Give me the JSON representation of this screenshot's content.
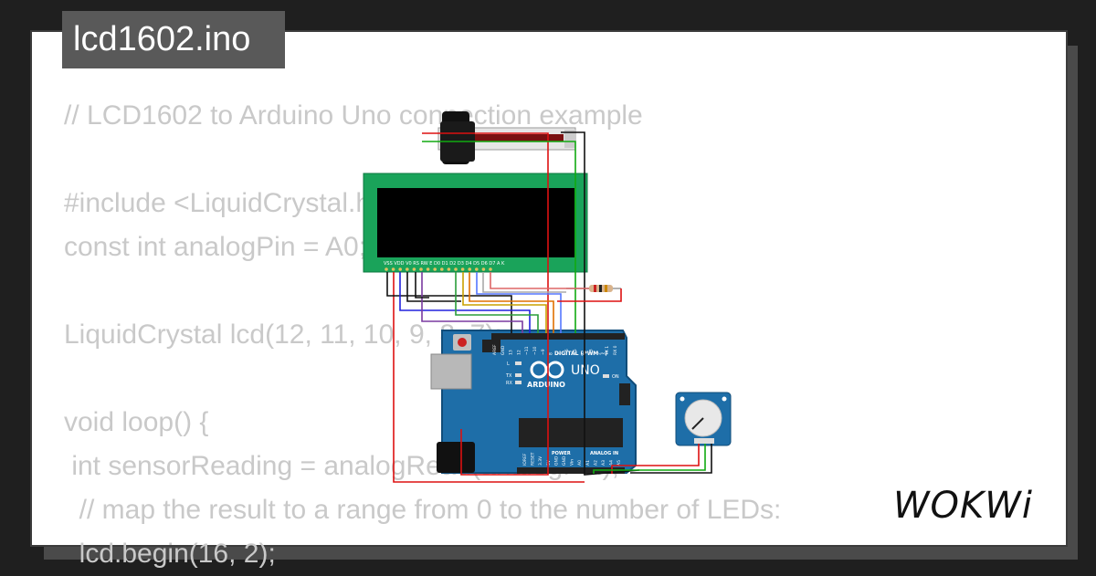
{
  "project": {
    "title": "lcd1602.ino"
  },
  "code_lines": [
    "// LCD1602 to Arduino Uno connection example",
    "",
    "#include <LiquidCrystal.h>",
    "const int analogPin = A0;",
    "",
    "LiquidCrystal lcd(12, 11, 10, 9, 8, 7);",
    "",
    "void loop() {",
    " int sensorReading = analogRead(analogPin);",
    "  // map the result to a range from 0 to the number of LEDs:",
    "  lcd.begin(16, 2);"
  ],
  "lcd": {
    "pin_labels": "VSS VDD V0  RS  RW  E   D0  D1  D2  D3  D4  D5  D6  D7  A   K"
  },
  "arduino": {
    "brand": "ARDUINO",
    "model": "UNO",
    "header_digital": "DIGITAL (PWM ~)",
    "header_power": "POWER",
    "header_analog": "ANALOG IN",
    "led_labels": [
      "L",
      "TX",
      "RX"
    ],
    "on_label": "ON",
    "top_pin_labels": [
      "AREF",
      "GND",
      "13",
      "12",
      "~11",
      "~10",
      "~9",
      "8",
      "7",
      "~6",
      "~5",
      "4",
      "~3",
      "2",
      "TX 1",
      "RX 0"
    ],
    "bottom_pin_labels": [
      "IOREF",
      "RESET",
      "3.3V",
      "5V",
      "GND",
      "GND",
      "Vin",
      "A0",
      "A1",
      "A2",
      "A3",
      "A4",
      "A5"
    ]
  },
  "branding": {
    "logo": "WOKWi"
  },
  "colors": {
    "background": "#1f1f1f",
    "card": "#ffffff",
    "code_text": "#c9c9c9",
    "title_tab": "#595959",
    "lcd_pcb": "#1aa35a",
    "arduino_board": "#1e6ea8",
    "pot_board": "#1e6ea8"
  }
}
